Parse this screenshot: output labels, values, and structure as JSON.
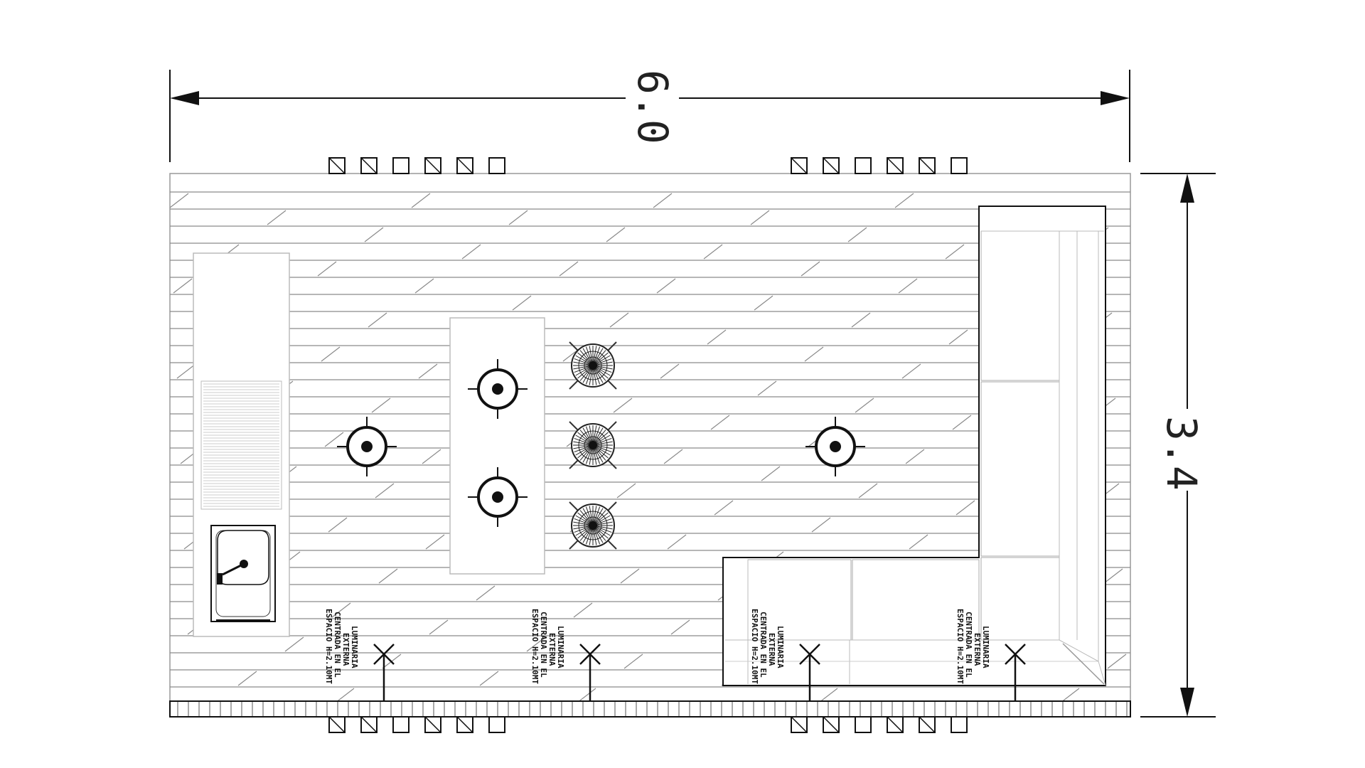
{
  "dimensions": {
    "width_label": "6.0",
    "height_label": "3.4"
  },
  "luminaire_note": {
    "lines": [
      "LUMINARIA",
      "EXTERNA",
      "CENTRADA EN EL",
      "ESPACIO H=2.10MT"
    ]
  },
  "elements": {
    "ceiling_light_count": 4,
    "pendant_light_count": 3,
    "wall_light_count": 4,
    "column_marks_per_group": 6
  }
}
